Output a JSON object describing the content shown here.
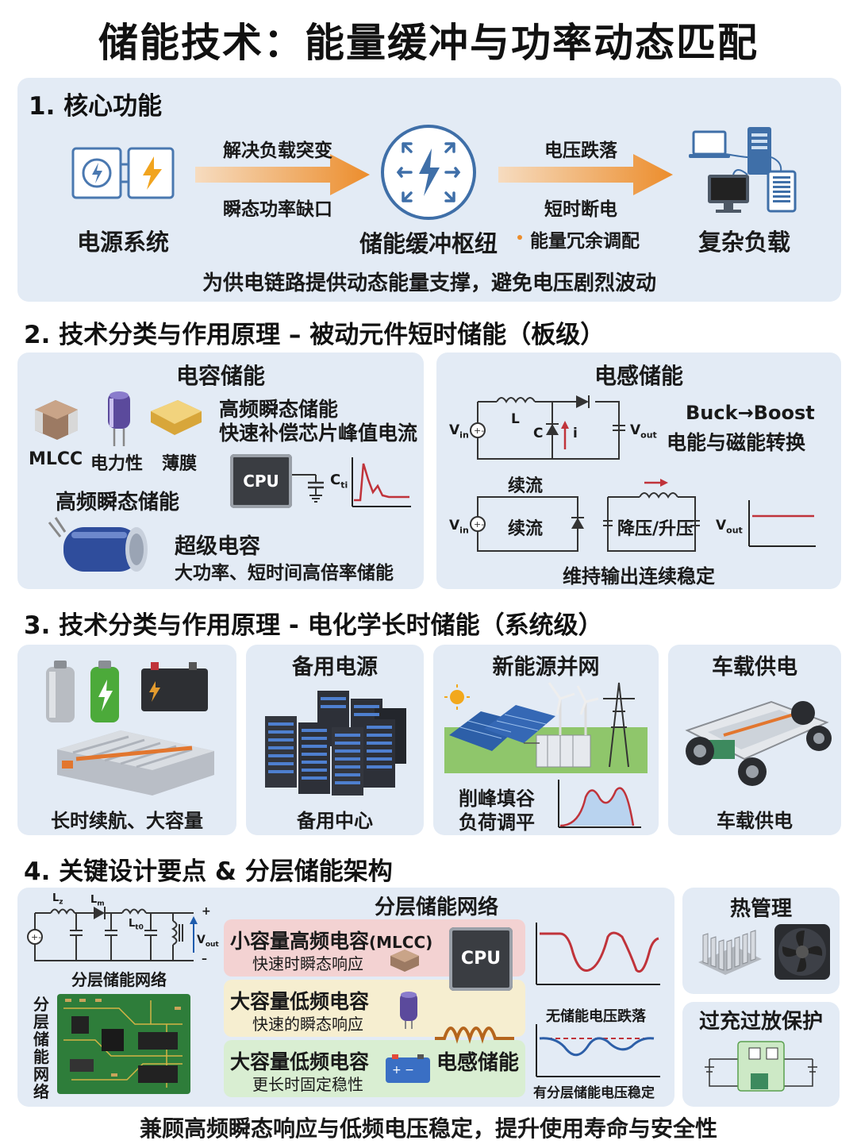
{
  "title": "储能技术：能量缓冲与功率动态匹配",
  "s1": {
    "heading": "1. 核心功能",
    "source": "电源系统",
    "arrow1_top": "解决负载突变",
    "arrow1_bottom": "瞬态功率缺口",
    "hub": "储能缓冲枢纽",
    "arrow2_top": "电压跌落",
    "arrow2_mid": "短时断电",
    "arrow2_bottom": "能量冗余调配",
    "load": "复杂负载",
    "summary": "为供电链路提供动态能量支撑，避免电压剧烈波动"
  },
  "s2": {
    "heading": "2. 技术分类与作用原理 – 被动元件短时储能（板级）",
    "cap": {
      "title": "电容储能",
      "mlcc": "MLCC",
      "electrolytic": "电力性",
      "film": "薄膜",
      "hf_title": "高频瞬态储能",
      "hf_desc": "快速补偿芯片峰值电流",
      "cpu": "CPU",
      "cap_label": "C",
      "cap_sub": "ti",
      "hf_title2": "高频瞬态储能",
      "super_title": "超级电容",
      "super_desc": "大功率、短时间高倍率储能"
    },
    "ind": {
      "title": "电感储能",
      "vin": "V",
      "vin_sub": "in",
      "l": "L",
      "c": "C",
      "i": "i",
      "vout": "V",
      "vout_sub": "out",
      "buckboost": "Buck→Boost",
      "convert": "电能与磁能转换",
      "freewheel_top": "续流",
      "freewheel_mid": "续流",
      "buck_boost_cn": "降压/升压",
      "maintain": "维持输出连续稳定"
    }
  },
  "s3": {
    "heading": "3. 技术分类与作用原理 - 电化学长时储能（系统级）",
    "cards": [
      {
        "title": "",
        "caption": "长时续航、大容量"
      },
      {
        "title": "备用电源",
        "caption": "备用中心"
      },
      {
        "title": "新能源并网",
        "caption": "削峰填谷\n负荷调平"
      },
      {
        "title": "车载供电",
        "caption": "车载供电"
      }
    ],
    "grid_cap1": "削峰填谷",
    "grid_cap2": "负荷调平"
  },
  "s4": {
    "heading": "4. 关键设计要点 & 分层储能架构",
    "circuit_caption": "分层储能网络",
    "pcb_vertical": "分层储能网络",
    "l1": "L",
    "l1_sub": "z",
    "l2": "L",
    "l2_sub": "m",
    "l3": "L",
    "l3_sub": "t0",
    "vout": "V",
    "vout_sub": "out",
    "plus": "+",
    "minus": "–",
    "network_title": "分层储能网络",
    "tiers": [
      {
        "title": "小容量高频电容",
        "suffix": "(MLCC)",
        "desc": "快速时瞬态响应",
        "color": "#f4d4d4"
      },
      {
        "title": "大容量低频电容",
        "suffix": "",
        "desc": "快速的瞬态响应",
        "color": "#f7efd2"
      },
      {
        "title": "大容量低频电容",
        "suffix": "",
        "desc": "更长时固定稳性",
        "color": "#dcefd6"
      }
    ],
    "cpu": "CPU",
    "inductor_storage": "电感储能",
    "no_storage": "无储能电压跌落",
    "with_storage": "有分层储能电压稳定",
    "thermal": "热管理",
    "protection": "过充过放保护",
    "footer": "兼顾高频瞬态响应与低频电压稳定，提升使用寿命与安全性"
  }
}
